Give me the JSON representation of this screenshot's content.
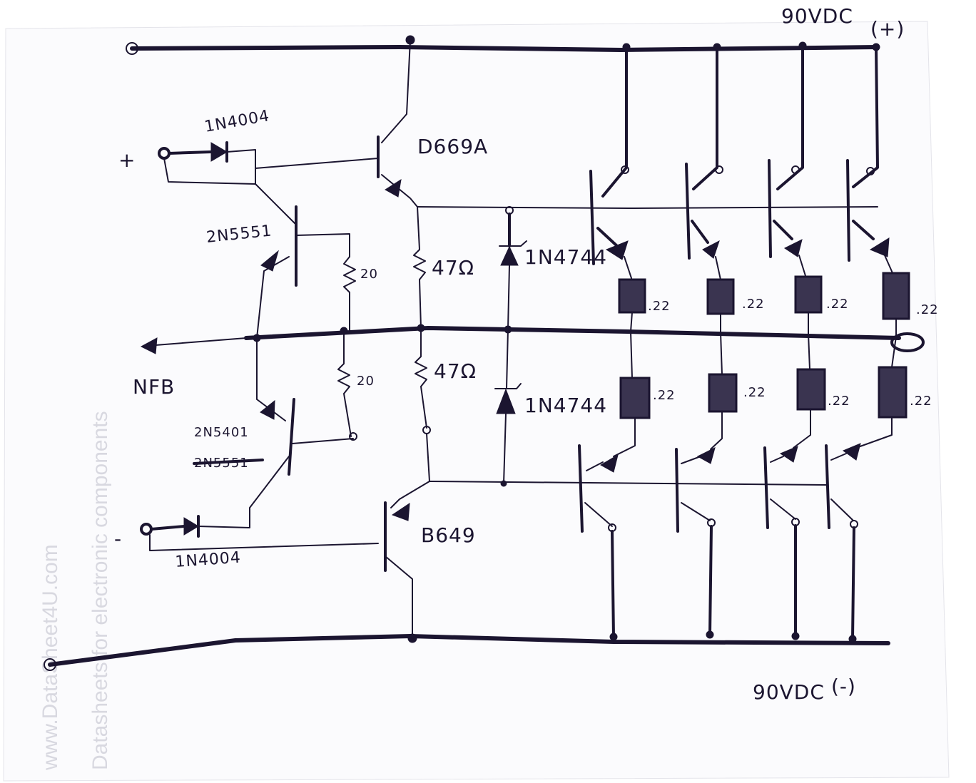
{
  "labels": {
    "supply_pos": "90VDC",
    "supply_pos_sign": "(+)",
    "supply_neg": "90VDC",
    "supply_neg_sign": "(-)",
    "input_plus": "+",
    "input_minus": "-",
    "diode_top": "1N4004",
    "diode_bottom": "1N4004",
    "q_npn_driver": "2N5551",
    "q_pnp_driver": "2N5401",
    "q_pnp_struck": "2N5551",
    "q_top": "D669A",
    "q_bottom": "B649",
    "res_top_left": "20",
    "res_bottom_left": "20",
    "res_top_mid": "47Ω",
    "res_bottom_mid": "47Ω",
    "zener_top": "1N4744",
    "zener_bottom": "1N4744",
    "nfb": "NFB",
    "emitter_resistors": [
      ".22",
      ".22",
      ".22",
      ".22",
      ".22",
      ".22",
      ".22",
      ".22"
    ]
  },
  "watermark": {
    "line1": "www.DataSheet4U.com",
    "line2": "Datasheets for electronic components"
  }
}
